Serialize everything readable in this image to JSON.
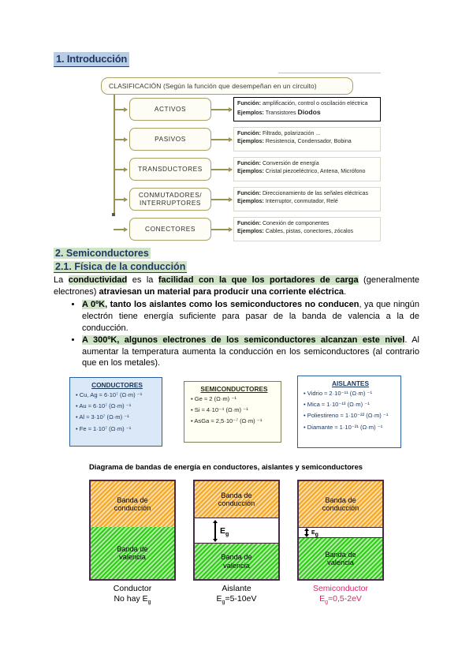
{
  "sections": {
    "intro_heading": "1. Introducción",
    "semiconductores_heading": "2. Semiconductores",
    "fisica_heading": "2.1. Física de la conducción"
  },
  "diagram": {
    "header": "CLASIFICACIÓN  (Según la función que desempeñan en un circuito)",
    "rows": [
      {
        "category": "ACTIVOS",
        "funcion_label": "Función:",
        "funcion": "amplificación, control o oscilación eléctrica",
        "ejemplos_label": "Ejemplos:",
        "ejemplos": "Transistores",
        "ejemplos_emph": "Diodos",
        "highlighted": true
      },
      {
        "category": "PASIVOS",
        "funcion_label": "Función:",
        "funcion": "Filtrado, polarización ...",
        "ejemplos_label": "Ejemplos:",
        "ejemplos": "Resistencia, Condensador, Bobina",
        "ejemplos_emph": "",
        "highlighted": false
      },
      {
        "category": "TRANSDUCTORES",
        "funcion_label": "Función:",
        "funcion": "Conversión de energía",
        "ejemplos_label": "Ejemplos:",
        "ejemplos": "Cristal piezoeléctrico, Antena, Micrófono",
        "ejemplos_emph": "",
        "highlighted": false
      },
      {
        "category": "CONMUTADORES/ INTERRUPTORES",
        "funcion_label": "Función:",
        "funcion": "Direccionamiento de las señales eléctricas",
        "ejemplos_label": "Ejemplos:",
        "ejemplos": "Interruptor, conmutador, Relé",
        "ejemplos_emph": "",
        "highlighted": false
      },
      {
        "category": "CONECTORES",
        "funcion_label": "Función:",
        "funcion": "Conexión de componentes",
        "ejemplos_label": "Ejemplos:",
        "ejemplos": "Cables, pistas, conectores, zócalos",
        "ejemplos_emph": "",
        "highlighted": false
      }
    ]
  },
  "body": {
    "p1_a": "La ",
    "p1_b": "conductividad",
    "p1_c": " es la ",
    "p1_d": "facilidad con la que los portadores de carga",
    "p1_e": " (generalmente electrones) ",
    "p1_f": "atraviesan un material para producir una corriente eléctrica",
    "p1_g": ".",
    "b1_hl": "A 0ºK",
    "b1_bold": ", tanto los aislantes como los semiconductores no conducen",
    "b1_rest": ", ya que ningún electrón tiene energía suficiente para pasar de la banda de valencia a la de conducción.",
    "b2_hl": "A 300ºK",
    "b2_bold": ", algunos electrones de los semiconductores alcanzan este nivel",
    "b2_rest": ". Al aumentar la temperatura aumenta la conducción en los semiconductores (al contrario que en los metales)."
  },
  "conductivity": {
    "conductores": {
      "title": "CONDUCTORES",
      "items": [
        "• Cu, Ag ≈ 6·10⁷ (Ω·m) ⁻¹",
        "• Au ≈ 6·10⁷ (Ω·m) ⁻¹",
        "• Al ≈ 3·10⁷ (Ω·m) ⁻¹",
        "• Fe ≈ 1·10⁷ (Ω·m) ⁻¹"
      ]
    },
    "semiconductores": {
      "title": "SEMICONDUCTORES",
      "items": [
        "• Ge ≈ 2 (Ω·m) ⁻¹",
        "• Si ≈ 4·10⁻⁴ (Ω·m) ⁻¹",
        "• AsGa ≈ 2,5·10⁻⁷ (Ω·m) ⁻¹"
      ]
    },
    "aislantes": {
      "title": "AISLANTES",
      "items": [
        "• Vidrio ≈ 2·10⁻¹¹ (Ω·m) ⁻¹",
        "• Mica ≈ 1·10⁻¹³ (Ω·m) ⁻¹",
        "• Poliestireno ≈ 1·10⁻²² (Ω·m) ⁻¹",
        "• Diamante ≈ 1·10⁻²¹ (Ω·m) ⁻¹"
      ]
    }
  },
  "bands": {
    "caption": "Diagrama de bandas de energía en conductores, aislantes y semiconductores",
    "conduction_label": "Banda de conducción",
    "valence_label": "Banda de valencia",
    "eg_symbol": "Eg",
    "diagrams": [
      {
        "name": "Conductor",
        "gap_text": "No hay Eg",
        "gap_size": 0,
        "label_color": "#000000"
      },
      {
        "name": "Aislante",
        "gap_text": "Eg=5-10eV",
        "gap_size": 28,
        "label_color": "#000000"
      },
      {
        "name": "Semiconductor",
        "gap_text": "Eg=0,5-2eV",
        "gap_size": 10,
        "label_color": "#cf2a6b"
      }
    ]
  },
  "colors": {
    "intro_highlight": "#b8cce4",
    "section_highlight": "#cfe3c6",
    "heading_text": "#1f3864",
    "conduction_band": "#f5a623",
    "valence_band": "#2fcc16",
    "semiconductor_label": "#cf2a6b",
    "diagram_line": "#9a9455",
    "box_blue_border": "#2b5fa3",
    "box_blue_fill": "#dbe8f7"
  }
}
